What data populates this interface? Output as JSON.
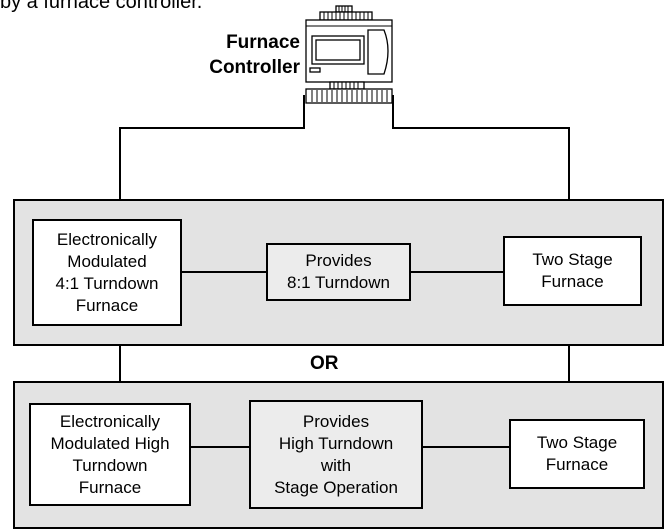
{
  "caption": "by a furnace controller.",
  "controller": {
    "label_line1": "Furnace",
    "label_line2": "Controller",
    "icon": "furnace-controller-device-icon"
  },
  "separator": "OR",
  "option_a": {
    "left_box": [
      "Electronically",
      "Modulated",
      "4:1 Turndown",
      "Furnace"
    ],
    "middle_box": [
      "Provides",
      "8:1 Turndown"
    ],
    "right_box": [
      "Two Stage",
      "Furnace"
    ]
  },
  "option_b": {
    "left_box": [
      "Electronically",
      "Modulated High",
      "Turndown",
      "Furnace"
    ],
    "middle_box": [
      "Provides",
      "High Turndown",
      "with",
      "Stage Operation"
    ],
    "right_box": [
      "Two Stage",
      "Furnace"
    ]
  }
}
